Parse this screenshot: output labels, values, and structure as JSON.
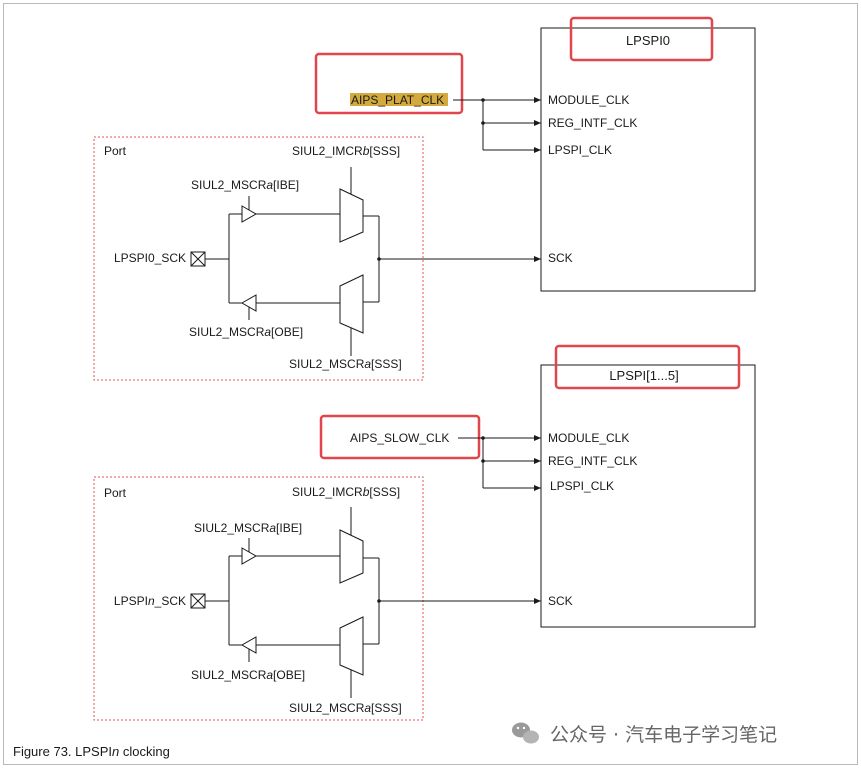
{
  "figure": {
    "caption_prefix": "Figure 73.  LPSPI",
    "caption_italic": "n",
    "caption_suffix": " clocking"
  },
  "lpspi0": {
    "title": "LPSPI0",
    "clock_source": "AIPS_PLAT_CLK",
    "ports": [
      "MODULE_CLK",
      "REG_INTF_CLK",
      "LPSPI_CLK",
      "SCK"
    ]
  },
  "lpspi_n": {
    "title": "LPSPI[1...5]",
    "clock_source": "AIPS_SLOW_CLK",
    "ports": [
      "MODULE_CLK",
      "REG_INTF_CLK",
      "LPSPI_CLK",
      "SCK"
    ]
  },
  "port0": {
    "label": "Port",
    "pad_prefix": "LPSPI0_SCK",
    "pad_italic": "",
    "pad_suffix": "",
    "imcr": [
      "SIUL2_IMCR",
      "b",
      "[SSS]"
    ],
    "mscr_ibe": [
      "SIUL2_MSCR",
      "a",
      "[IBE]"
    ],
    "mscr_obe": [
      "SIUL2_MSCR",
      "a",
      "[OBE]"
    ],
    "mscr_sss": [
      "SIUL2_MSCR",
      "a",
      "[SSS]"
    ]
  },
  "port1": {
    "label": "Port",
    "pad_prefix": "LPSPI",
    "pad_italic": "n",
    "pad_suffix": "_SCK",
    "imcr": [
      "SIUL2_IMCR",
      "b",
      "[SSS]"
    ],
    "mscr_ibe": [
      "SIUL2_MSCR",
      "a",
      "[IBE]"
    ],
    "mscr_obe": [
      "SIUL2_MSCR",
      "a",
      "[OBE]"
    ],
    "mscr_sss": [
      "SIUL2_MSCR",
      "a",
      "[SSS]"
    ]
  },
  "watermark": "公众号 · 汽车电子学习笔记",
  "colors": {
    "highlight_box": "#e0464b",
    "port_border": "#e05555",
    "clock_highlight": "#d4aa3c",
    "line": "#1a1a1a",
    "frame": "#b9b9b9"
  }
}
